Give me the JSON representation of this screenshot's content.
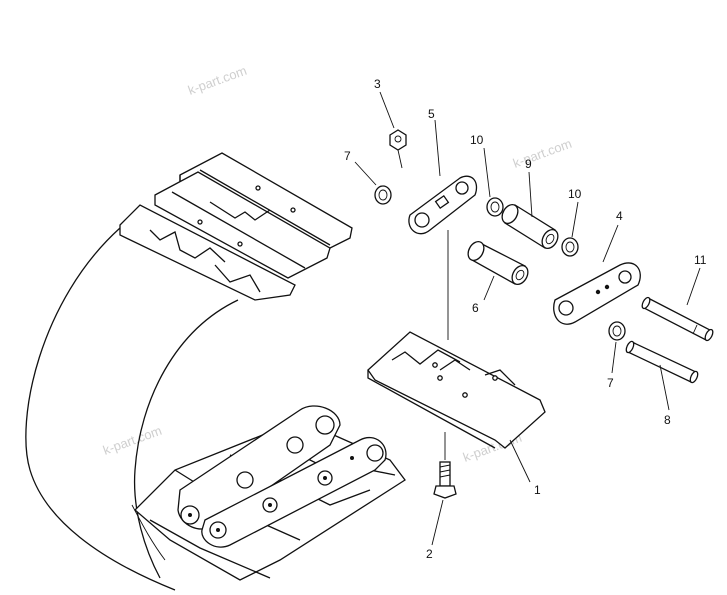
{
  "watermark": "k-part.com",
  "callouts": [
    {
      "id": "1",
      "label": "1"
    },
    {
      "id": "2",
      "label": "2"
    },
    {
      "id": "3",
      "label": "3"
    },
    {
      "id": "4",
      "label": "4"
    },
    {
      "id": "5",
      "label": "5"
    },
    {
      "id": "6",
      "label": "6"
    },
    {
      "id": "7a",
      "label": "7"
    },
    {
      "id": "7b",
      "label": "7"
    },
    {
      "id": "8",
      "label": "8"
    },
    {
      "id": "9",
      "label": "9"
    },
    {
      "id": "10a",
      "label": "10"
    },
    {
      "id": "10b",
      "label": "10"
    },
    {
      "id": "11",
      "label": "11"
    }
  ]
}
